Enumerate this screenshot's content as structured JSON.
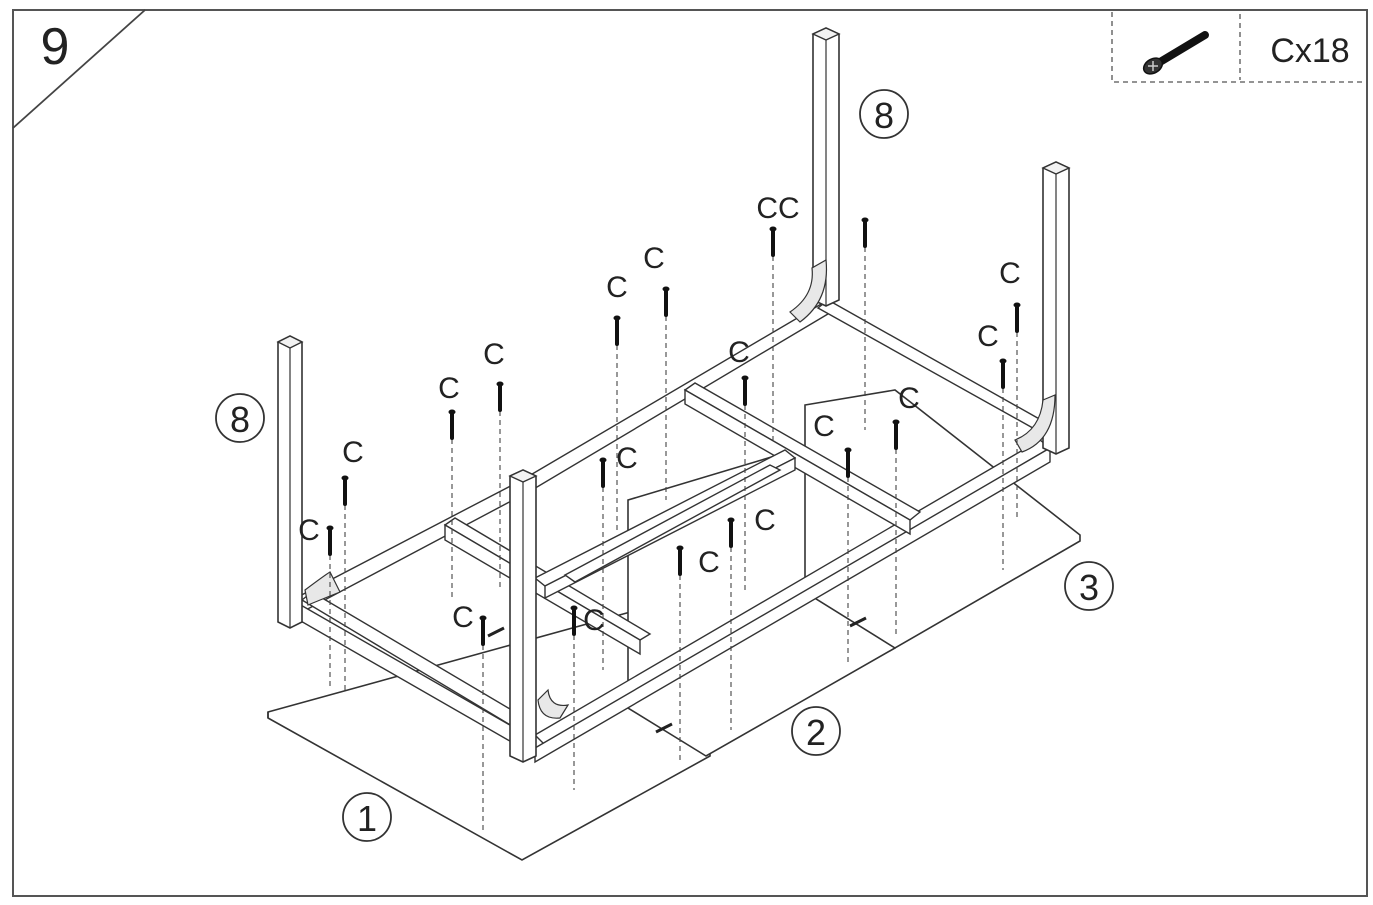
{
  "step": {
    "number": "9"
  },
  "hardware": {
    "label": "Cx18",
    "icon": "screw-icon"
  },
  "part_labels": {
    "leg": "8",
    "panel_1": "1",
    "panel_2": "2",
    "panel_3": "3"
  },
  "screw_letter": "C",
  "screw_pair_label": "CC",
  "screw_count_shown": 18
}
